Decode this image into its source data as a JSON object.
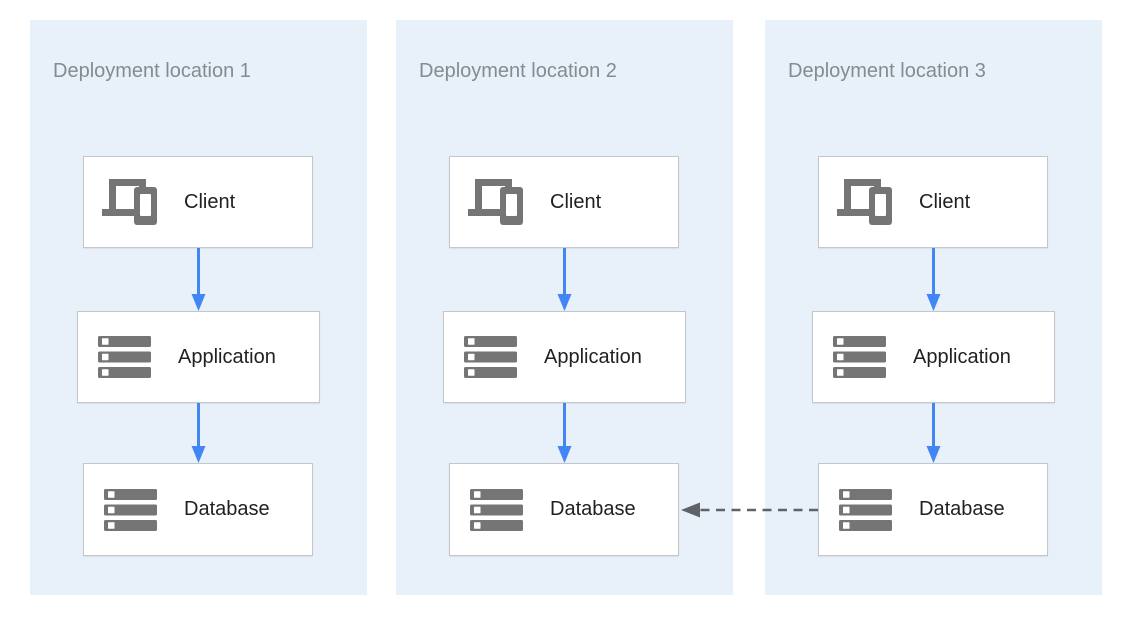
{
  "diagram": {
    "locations": [
      {
        "title": "Deployment location 1",
        "nodes": [
          {
            "label": "Client",
            "icon": "client-devices-icon"
          },
          {
            "label": "Application",
            "icon": "server-stack-icon"
          },
          {
            "label": "Database",
            "icon": "server-stack-icon"
          }
        ]
      },
      {
        "title": "Deployment location 2",
        "nodes": [
          {
            "label": "Client",
            "icon": "client-devices-icon"
          },
          {
            "label": "Application",
            "icon": "server-stack-icon"
          },
          {
            "label": "Database",
            "icon": "server-stack-icon"
          }
        ]
      },
      {
        "title": "Deployment location 3",
        "nodes": [
          {
            "label": "Client",
            "icon": "client-devices-icon"
          },
          {
            "label": "Application",
            "icon": "server-stack-icon"
          },
          {
            "label": "Database",
            "icon": "server-stack-icon"
          }
        ]
      }
    ],
    "edges": [
      {
        "from": "client",
        "to": "application",
        "style": "solid-blue-arrow-down",
        "in_every_location": true
      },
      {
        "from": "application",
        "to": "database",
        "style": "solid-blue-arrow-down",
        "in_every_location": true
      },
      {
        "from": "database-location-3",
        "to": "database-location-2",
        "style": "dashed-gray-arrow-left"
      }
    ]
  },
  "colors": {
    "flow-blue": "#4285F4",
    "arrow-gray": "#5F6368",
    "panel-bg": "#E8F0FA",
    "box-bg": "#FFFFFF",
    "box-border": "#C4C7CA",
    "icon-gray": "#757575",
    "label-color": "#212121",
    "title-color": "#848B91",
    "page-bg": "#FFFFFF"
  }
}
